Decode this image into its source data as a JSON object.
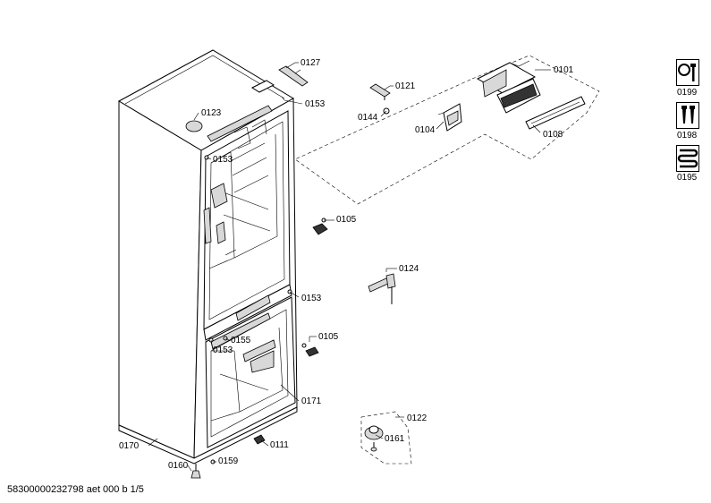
{
  "labels": {
    "p0101": "0101",
    "p0104": "0104",
    "p0105a": "0105",
    "p0105b": "0105",
    "p0108": "0108",
    "p0111": "0111",
    "p0121": "0121",
    "p0122": "0122",
    "p0123": "0123",
    "p0124": "0124",
    "p0127": "0127",
    "p0144": "0144",
    "p0153a": "0153",
    "p0153b": "0153",
    "p0153c": "0153",
    "p0153d": "0153",
    "p0155": "0155",
    "p0159": "0159",
    "p0160": "0160",
    "p0161": "0161",
    "p0170": "0170",
    "p0171": "0171"
  },
  "side_icons": [
    {
      "icon": "tools-icon",
      "label": "0199"
    },
    {
      "icon": "screws-icon",
      "label": "0198"
    },
    {
      "icon": "cable-icon",
      "label": "0195"
    }
  ],
  "footer": "58300000232798 aet 000 b 1/5"
}
